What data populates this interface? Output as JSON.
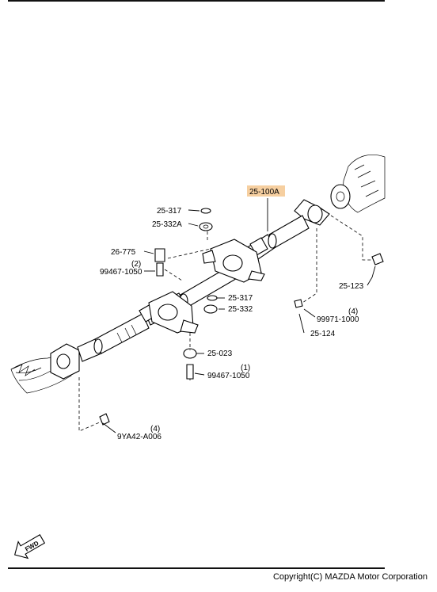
{
  "parts": {
    "p1": "25-317",
    "p2": "25-332A",
    "p3": "26-775",
    "p4_qty": "(2)",
    "p4": "99467-1050",
    "p5": "25-100A",
    "p6": "25-317",
    "p7": "25-332",
    "p8": "25-023",
    "p9_qty": "(1)",
    "p9": "99467-1050",
    "p10_qty": "(4)",
    "p10": "9YA42-A006",
    "p11": "25-123",
    "p12_qty": "(4)",
    "p12": "99971-1000",
    "p13": "25-124"
  },
  "fwd_label": "FWD",
  "copyright": "Copyright(C) MAZDA Motor Corporation",
  "colors": {
    "highlight": "#f6cfa0",
    "line": "#000000"
  }
}
